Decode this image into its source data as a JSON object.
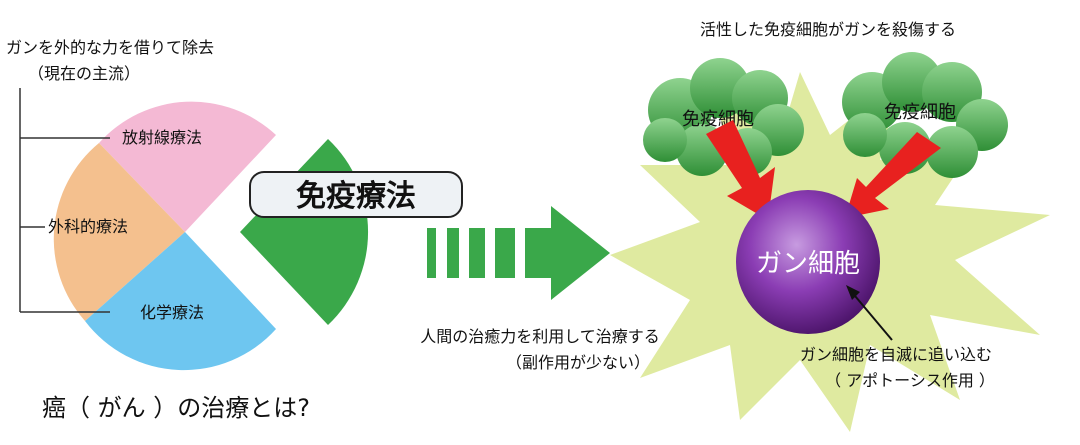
{
  "conventional": {
    "heading_line1": "ガンを外的な力を借りて除去",
    "heading_line2": "（現在の主流）",
    "radiation": "放射線療法",
    "surgery": "外科的療法",
    "chemo": "化学療法"
  },
  "immunotherapy": {
    "label": "免疫療法"
  },
  "arrow_caption": {
    "line1": "人間の治癒力を利用して治療する",
    "line2": "（副作用が少ない）"
  },
  "immune_side": {
    "title": "活性した免疫細胞がガンを殺傷する",
    "cell_left": "免疫細胞",
    "cell_right": "免疫細胞",
    "cancer_cell": "ガン細胞",
    "apoptosis_line1": "ガン細胞を自滅に追い込む",
    "apoptosis_line2": "（ アポトーシス作用 ）"
  },
  "footer_question": "癌（ がん ）の治療とは?",
  "colors": {
    "pink": "#f4b9d4",
    "orange": "#f4c08e",
    "blue": "#6ec6f0",
    "green": "#3aa84a",
    "starburst": "#dfeaa0",
    "cloud": "#5cb85c",
    "red_arrow": "#e8211f",
    "purple": "#7a2e9e"
  }
}
